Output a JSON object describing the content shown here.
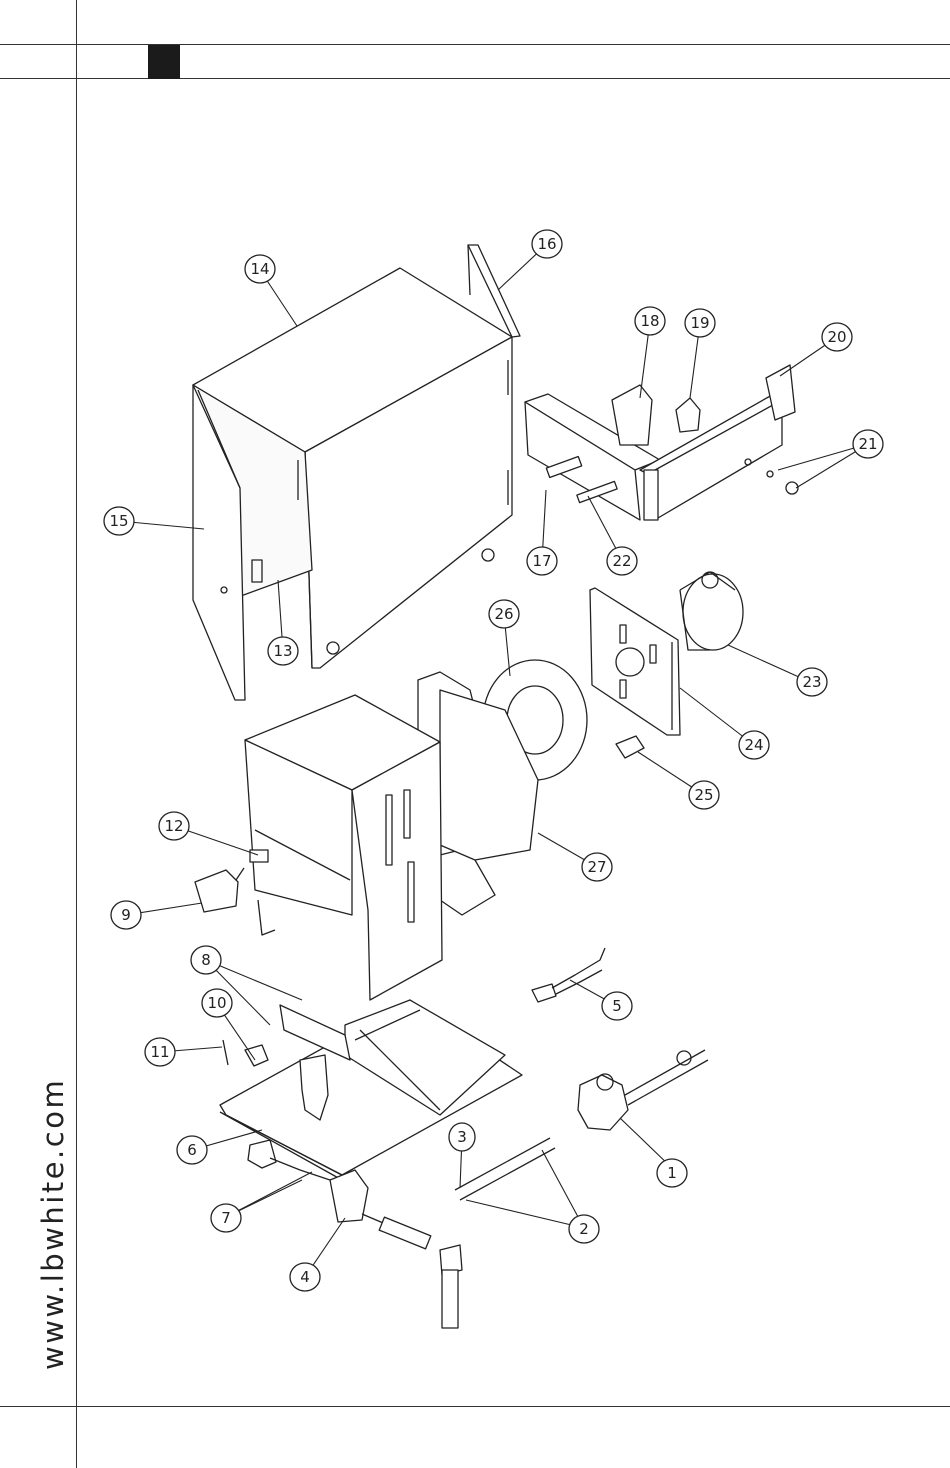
{
  "side_text": "www.lbwhite.com",
  "callouts": [
    {
      "num": "1"
    },
    {
      "num": "2"
    },
    {
      "num": "3"
    },
    {
      "num": "4"
    },
    {
      "num": "5"
    },
    {
      "num": "6"
    },
    {
      "num": "7"
    },
    {
      "num": "8"
    },
    {
      "num": "9"
    },
    {
      "num": "10"
    },
    {
      "num": "11"
    },
    {
      "num": "12"
    },
    {
      "num": "13"
    },
    {
      "num": "14"
    },
    {
      "num": "15"
    },
    {
      "num": "16"
    },
    {
      "num": "17"
    },
    {
      "num": "18"
    },
    {
      "num": "19"
    },
    {
      "num": "20"
    },
    {
      "num": "21"
    },
    {
      "num": "22"
    },
    {
      "num": "23"
    },
    {
      "num": "24"
    },
    {
      "num": "25"
    },
    {
      "num": "26"
    },
    {
      "num": "27"
    }
  ]
}
